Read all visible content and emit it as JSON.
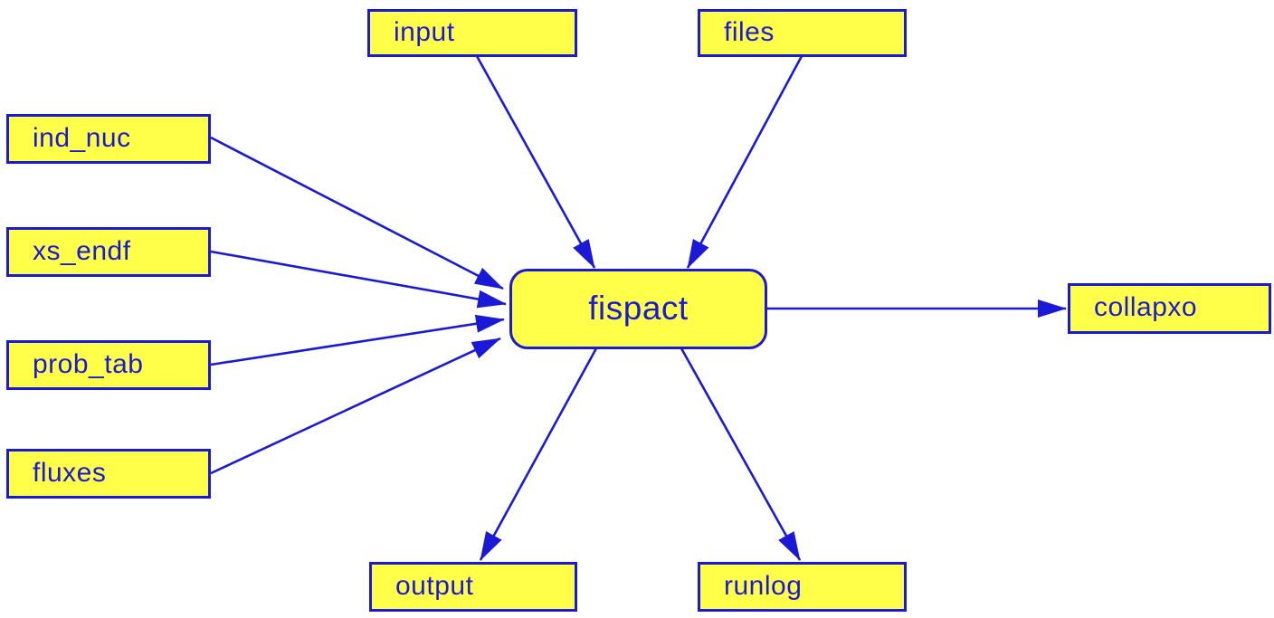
{
  "diagram": {
    "description": "Data-flow diagram: input files feeding the fispact program and its output files",
    "colors": {
      "background": "#ffffff",
      "box_fill": "#ffff4a",
      "box_border": "#1a1ad6",
      "text": "#1a1ad6",
      "arrow": "#1a1ad6"
    },
    "nodes": {
      "ind_nuc": {
        "label": "ind_nuc",
        "shape": "rectangle"
      },
      "xs_endf": {
        "label": "xs_endf",
        "shape": "rectangle"
      },
      "prob_tab": {
        "label": "prob_tab",
        "shape": "rectangle"
      },
      "fluxes": {
        "label": "fluxes",
        "shape": "rectangle"
      },
      "input": {
        "label": "input",
        "shape": "rectangle"
      },
      "files": {
        "label": "files",
        "shape": "rectangle"
      },
      "fispact": {
        "label": "fispact",
        "shape": "rounded-rectangle"
      },
      "collapxo": {
        "label": "collapxo",
        "shape": "rectangle"
      },
      "output": {
        "label": "output",
        "shape": "rectangle"
      },
      "runlog": {
        "label": "runlog",
        "shape": "rectangle"
      }
    },
    "edges": [
      {
        "from": "ind_nuc",
        "to": "fispact"
      },
      {
        "from": "xs_endf",
        "to": "fispact"
      },
      {
        "from": "prob_tab",
        "to": "fispact"
      },
      {
        "from": "fluxes",
        "to": "fispact"
      },
      {
        "from": "input",
        "to": "fispact"
      },
      {
        "from": "files",
        "to": "fispact"
      },
      {
        "from": "fispact",
        "to": "collapxo"
      },
      {
        "from": "fispact",
        "to": "output"
      },
      {
        "from": "fispact",
        "to": "runlog"
      }
    ]
  }
}
